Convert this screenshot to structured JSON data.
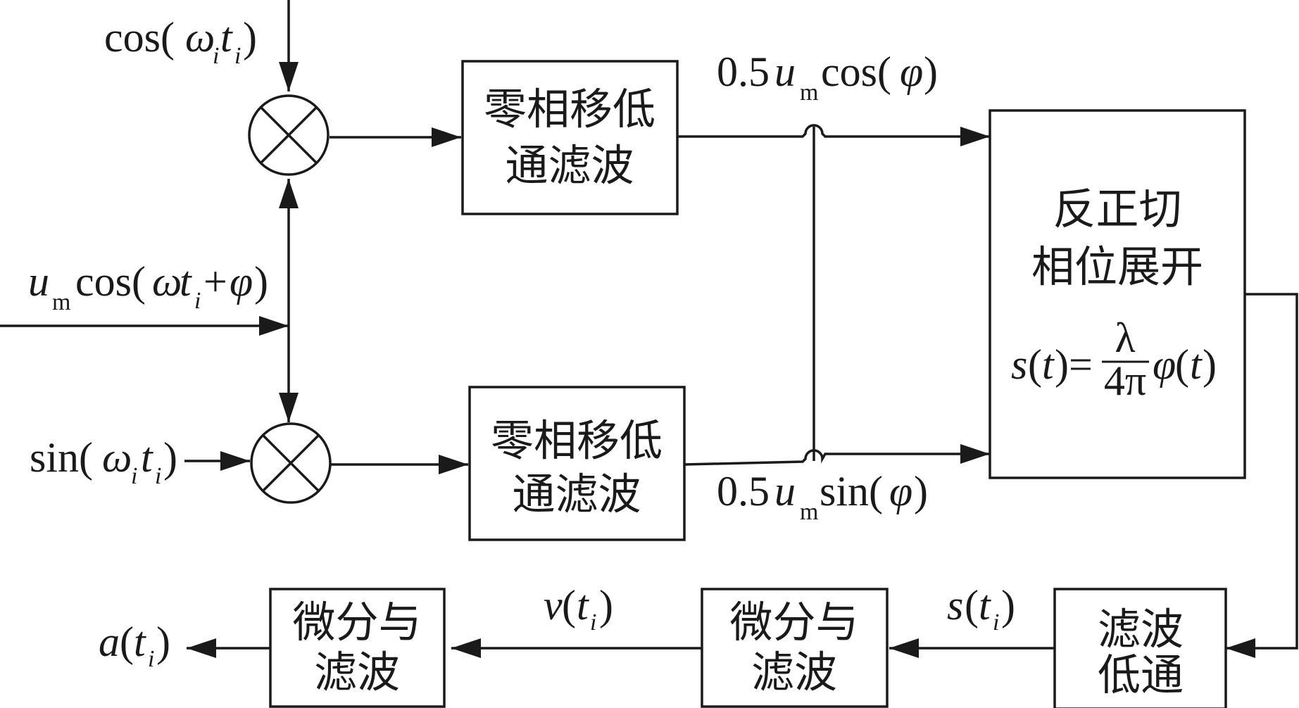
{
  "blocks": {
    "lpf_top": {
      "line1": "零相移低",
      "line2": "通滤波"
    },
    "lpf_bottom": {
      "line1": "零相移低",
      "line2": "通滤波"
    },
    "arctan": {
      "line1": "反正切",
      "line2": "相位展开"
    },
    "lowpass": {
      "line1": "滤波",
      "line2": "低通"
    },
    "diff_right": {
      "line1": "微分与",
      "line2": "滤波"
    },
    "diff_left": {
      "line1": "微分与",
      "line2": "滤波"
    }
  },
  "signals": {
    "cos_ref": {
      "fn": "cos(",
      "var": "ω",
      "sub1": "i",
      "t": "t",
      "sub2": "i",
      "close": ")"
    },
    "sin_ref": {
      "fn": "sin(",
      "var": "ω",
      "sub1": "i",
      "t": "t",
      "sub2": "i",
      "close": ")"
    },
    "input": {
      "u": "u",
      "u_sub": "m",
      "pre": "cos(",
      "w": "ω",
      "t": "t",
      "t_sub": "i",
      "plus": "+",
      "phi": "φ",
      "close": ")"
    },
    "i_out": {
      "coef": "0.5",
      "u": "u",
      "u_sub": "m",
      "fn": "cos(",
      "phi": "φ",
      "close": ")"
    },
    "q_out": {
      "coef": "0.5",
      "u": "u",
      "u_sub": "m",
      "fn": "sin(",
      "phi": "φ",
      "close": ")"
    },
    "s_t": {
      "s": "s",
      "open": "(",
      "t": "t",
      "sub": "i",
      "close": ")"
    },
    "v_t": {
      "v": "v",
      "open": "(",
      "t": "t",
      "sub": "i",
      "close": ")"
    },
    "a_t": {
      "a": "a",
      "open": "(",
      "t": "t",
      "sub": "i",
      "close": ")"
    }
  },
  "formula": {
    "lhs_s": "s",
    "lhs_paren": "(",
    "lhs_t": "t",
    "lhs_close": ")",
    "eq": "=",
    "numerator": "λ",
    "denominator": "4π",
    "rhs_phi": "φ",
    "rhs_paren": "(",
    "rhs_t": "t",
    "rhs_close": ")"
  }
}
